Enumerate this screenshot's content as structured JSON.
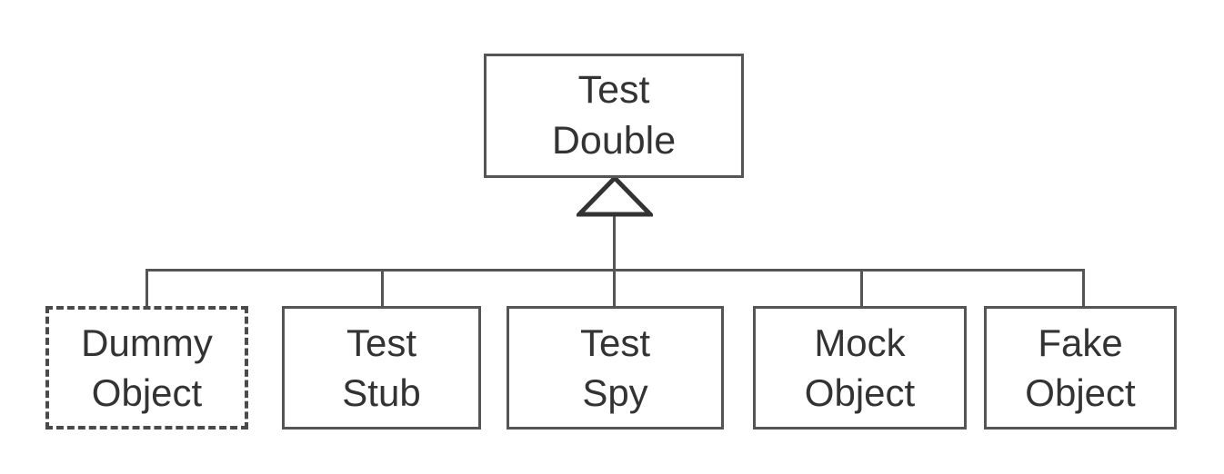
{
  "diagram": {
    "type": "uml-class-hierarchy",
    "relationship": "generalization",
    "arrowhead": "hollow-triangle",
    "background_color": "#ffffff",
    "stroke_color": "#555555",
    "text_color": "#333333",
    "root": {
      "name": "test-double",
      "line1": "Test",
      "line2": "Double",
      "border_style": "solid"
    },
    "leaves": [
      {
        "name": "dummy-object",
        "line1": "Dummy",
        "line2": "Object",
        "border_style": "dashed"
      },
      {
        "name": "test-stub",
        "line1": "Test",
        "line2": "Stub",
        "border_style": "solid"
      },
      {
        "name": "test-spy",
        "line1": "Test",
        "line2": "Spy",
        "border_style": "solid"
      },
      {
        "name": "mock-object",
        "line1": "Mock",
        "line2": "Object",
        "border_style": "solid"
      },
      {
        "name": "fake-object",
        "line1": "Fake",
        "line2": "Object",
        "border_style": "solid"
      }
    ]
  }
}
